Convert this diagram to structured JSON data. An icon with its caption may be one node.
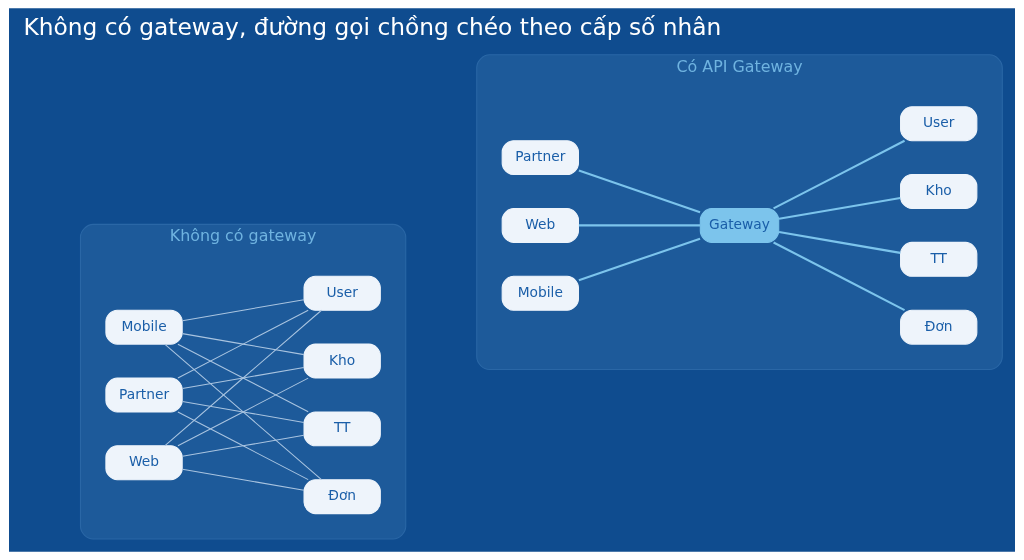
{
  "diagram": {
    "title": "Không có gateway, đường gọi chồng chéo theo cấp số nhân",
    "nodes": [
      {
        "text": [
          "Không có gateway"
        ]
      },
      {
        "text": [
          "Mobile"
        ],
        "in": 0
      },
      {
        "text": [
          "Web"
        ],
        "in": 0
      },
      {
        "text": [
          "Partner"
        ],
        "in": 0
      },
      {
        "text": [
          "Đơn"
        ],
        "in": 0
      },
      {
        "text": [
          "TT"
        ],
        "in": 0
      },
      {
        "text": [
          "Kho"
        ],
        "in": 0
      },
      {
        "text": [
          "User"
        ],
        "in": 0
      },
      {
        "text": [
          "Có API Gateway"
        ]
      },
      {
        "text": [
          "Mobile"
        ],
        "in": 8
      },
      {
        "text": [
          "Web"
        ],
        "in": 8
      },
      {
        "text": [
          "Partner"
        ],
        "in": 8
      },
      {
        "text": [
          "Gateway"
        ],
        "in": 8
      },
      {
        "text": [
          "Đơn"
        ],
        "in": 8
      },
      {
        "text": [
          "TT"
        ],
        "in": 8
      },
      {
        "text": [
          "Kho"
        ],
        "in": 8
      },
      {
        "text": [
          "User"
        ],
        "in": 8
      }
    ],
    "edges": [
      {
        "from": 1,
        "to": 4,
        "arrow": "none"
      },
      {
        "from": 1,
        "to": 5,
        "arrow": "none"
      },
      {
        "from": 1,
        "to": 6,
        "arrow": "none"
      },
      {
        "from": 1,
        "to": 7,
        "arrow": "none"
      },
      {
        "from": 2,
        "to": 4,
        "arrow": "none"
      },
      {
        "from": 2,
        "to": 5,
        "arrow": "none"
      },
      {
        "from": 2,
        "to": 6,
        "arrow": "none"
      },
      {
        "from": 2,
        "to": 7,
        "arrow": "none"
      },
      {
        "from": 3,
        "to": 4,
        "arrow": "none"
      },
      {
        "from": 3,
        "to": 5,
        "arrow": "none"
      },
      {
        "from": 3,
        "to": 6,
        "arrow": "none"
      },
      {
        "from": 3,
        "to": 7,
        "arrow": "none"
      },
      {
        "from": 9,
        "to": 12,
        "arrow": "none",
        "color": "#7cc4ec"
      },
      {
        "from": 10,
        "to": 12,
        "arrow": "none",
        "color": "#7cc4ec"
      },
      {
        "from": 11,
        "to": 12,
        "arrow": "none",
        "color": "#7cc4ec"
      },
      {
        "from": 12,
        "to": 13,
        "arrow": "none",
        "color": "#7cc4ec"
      },
      {
        "from": 12,
        "to": 14,
        "arrow": "none",
        "color": "#7cc4ec"
      },
      {
        "from": 12,
        "to": 15,
        "arrow": "none",
        "color": "#7cc4ec"
      },
      {
        "from": 12,
        "to": 16,
        "arrow": "none",
        "color": "#7cc4ec"
      }
    ]
  }
}
